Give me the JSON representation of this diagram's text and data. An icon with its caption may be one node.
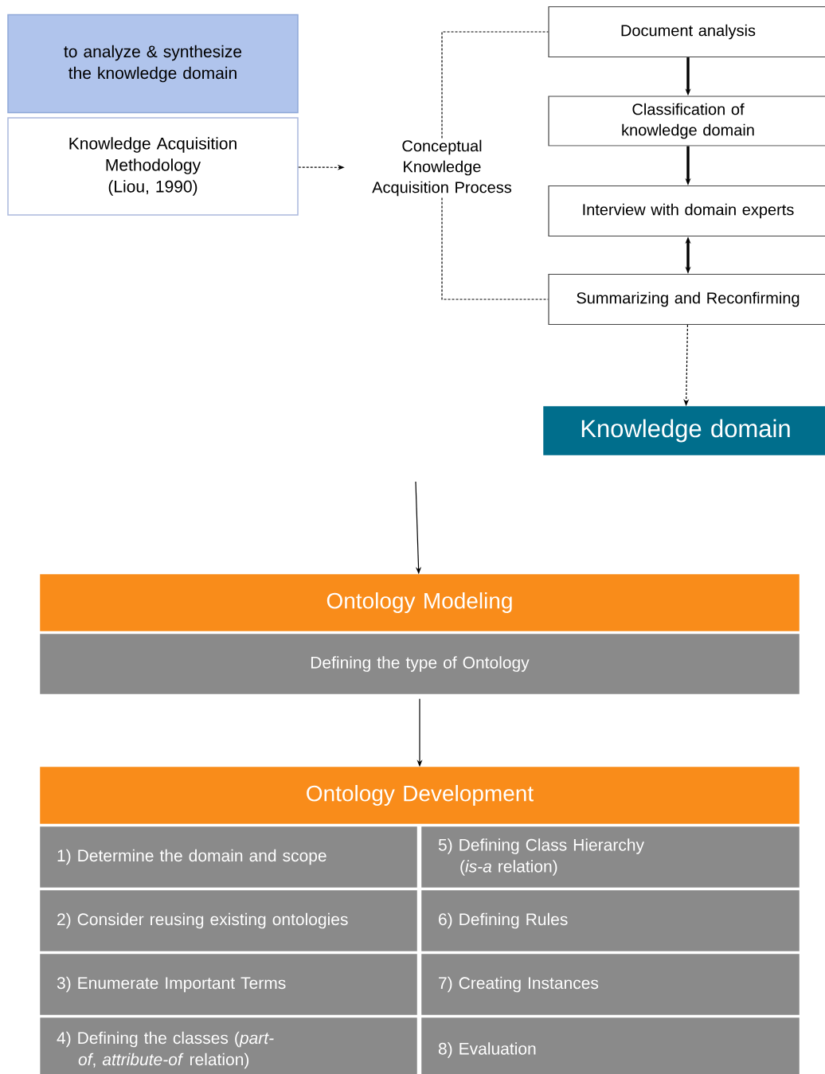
{
  "diagram": {
    "nodes": [
      {
        "text": [
          "to analyze & synthesize the knowledge domain"
        ]
      },
      {
        "text": [
          "Knowledge Acquisition Methodology (Liou, 1990)"
        ]
      },
      {
        "text": [
          "Conceptual Knowledge Acquisition Process"
        ]
      },
      {
        "text": [
          "Document analysis"
        ]
      },
      {
        "text": [
          "Classification of knowledge domain"
        ]
      },
      {
        "text": [
          "Interview with domain experts"
        ]
      },
      {
        "text": [
          "Summarizing and Reconfirming"
        ]
      },
      {
        "text": [
          "Knowledge domain"
        ]
      },
      {
        "text": [
          "Ontology Modeling"
        ]
      },
      {
        "text": [
          "Defining the type of Ontology"
        ]
      },
      {
        "text": [
          "Ontology Development"
        ]
      },
      {
        "text": [
          "1) Determine the domain and scope"
        ]
      },
      {
        "text": [
          "5) Defining Class Hierarchy (*is-a* relation)"
        ]
      },
      {
        "text": [
          "2) Consider reusing existing ontologies"
        ]
      },
      {
        "text": [
          "6) Defining Rules"
        ]
      },
      {
        "text": [
          "3) Enumerate Important Terms"
        ]
      },
      {
        "text": [
          "7) Creating Instances"
        ]
      },
      {
        "text": [
          "4) Defining the classes (*part-of*, *attribute-of* relation)"
        ]
      },
      {
        "text": [
          "8) Evaluation"
        ]
      }
    ],
    "edges": [
      {
        "from": 1,
        "to": 2,
        "arrow": "to",
        "style": "dashed"
      },
      {
        "from": 2,
        "to": 3,
        "arrow": "none",
        "style": "dashed"
      },
      {
        "from": 2,
        "to": 6,
        "arrow": "none",
        "style": "dashed"
      },
      {
        "from": 3,
        "to": 4,
        "arrow": "to",
        "style": "thick"
      },
      {
        "from": 4,
        "to": 5,
        "arrow": "to",
        "style": "thick"
      },
      {
        "from": 5,
        "to": 6,
        "arrow": "both",
        "style": "thick"
      },
      {
        "from": 6,
        "to": 7,
        "arrow": "to",
        "style": "dashed"
      },
      {
        "from": null,
        "to": 8,
        "arrow": "to"
      },
      {
        "from": 9,
        "to": 10,
        "arrow": "to"
      }
    ]
  }
}
